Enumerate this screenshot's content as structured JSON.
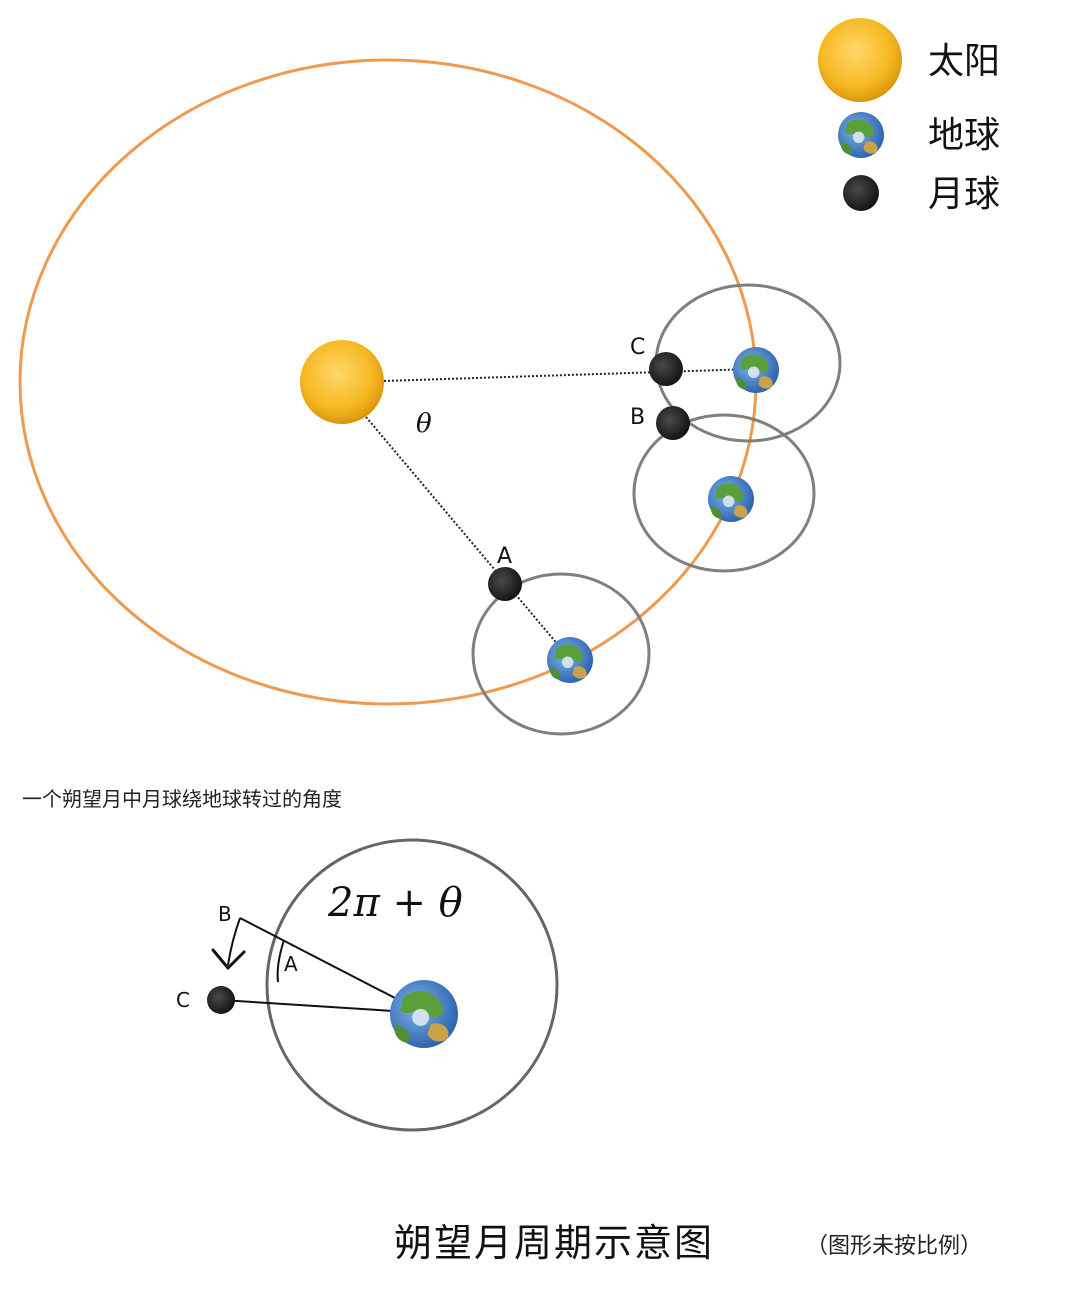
{
  "colors": {
    "orbit": "#ef9a4f",
    "moon_orbit": "#7f7f7f",
    "sun": "#f5b820",
    "moon": "#2b2b2b",
    "earth_ocean": "#3f7fcf",
    "earth_land": "#5a9f3a"
  },
  "legend": {
    "sun_label": "太阳",
    "earth_label": "地球",
    "moon_label": "月球",
    "sun_icon": "sun-icon",
    "earth_icon": "earth-icon",
    "moon_icon": "moon-icon"
  },
  "top_diagram": {
    "theta": "θ",
    "point_a": "A",
    "point_b": "B",
    "point_c": "C"
  },
  "bottom_diagram": {
    "caption": "一个朔望月中月球绕地球转过的角度",
    "angle_formula": "2π + θ",
    "point_a": "A",
    "point_b": "B",
    "point_c": "C"
  },
  "title": "朔望月周期示意图",
  "note": "（图形未按比例）"
}
